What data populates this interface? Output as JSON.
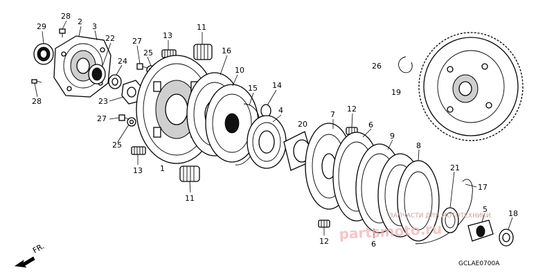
{
  "diagram": {
    "part_labels": [
      {
        "id": "l28a",
        "text": "28"
      },
      {
        "id": "l2",
        "text": "2"
      },
      {
        "id": "l29",
        "text": "29"
      },
      {
        "id": "l3",
        "text": "3"
      },
      {
        "id": "l22",
        "text": "22"
      },
      {
        "id": "l27a",
        "text": "27"
      },
      {
        "id": "l13a",
        "text": "13"
      },
      {
        "id": "l11a",
        "text": "11"
      },
      {
        "id": "l16",
        "text": "16"
      },
      {
        "id": "l25a",
        "text": "25"
      },
      {
        "id": "l24",
        "text": "24"
      },
      {
        "id": "l10",
        "text": "10"
      },
      {
        "id": "l28b",
        "text": "28"
      },
      {
        "id": "l23",
        "text": "23"
      },
      {
        "id": "l15",
        "text": "15"
      },
      {
        "id": "l14",
        "text": "14"
      },
      {
        "id": "l27b",
        "text": "27"
      },
      {
        "id": "l4",
        "text": "4"
      },
      {
        "id": "l7",
        "text": "7"
      },
      {
        "id": "l12a",
        "text": "12"
      },
      {
        "id": "l20",
        "text": "20"
      },
      {
        "id": "l25b",
        "text": "25"
      },
      {
        "id": "l6a",
        "text": "6"
      },
      {
        "id": "l9",
        "text": "9"
      },
      {
        "id": "l26",
        "text": "26"
      },
      {
        "id": "l19",
        "text": "19"
      },
      {
        "id": "l13b",
        "text": "13"
      },
      {
        "id": "l1",
        "text": "1"
      },
      {
        "id": "l8",
        "text": "8"
      },
      {
        "id": "l21",
        "text": "21"
      },
      {
        "id": "l11b",
        "text": "11"
      },
      {
        "id": "l17",
        "text": "17"
      },
      {
        "id": "l5",
        "text": "5"
      },
      {
        "id": "l18",
        "text": "18"
      },
      {
        "id": "l12b",
        "text": "12"
      },
      {
        "id": "l6b",
        "text": "6"
      }
    ],
    "front_marker": "FR.",
    "drawing_code": "GCLAE0700A",
    "watermark_caption": "ЗАПЧАСТИ ДЛЯ МОТОТЕХНИКИ",
    "watermark_brand": "partsmoto.ru"
  }
}
